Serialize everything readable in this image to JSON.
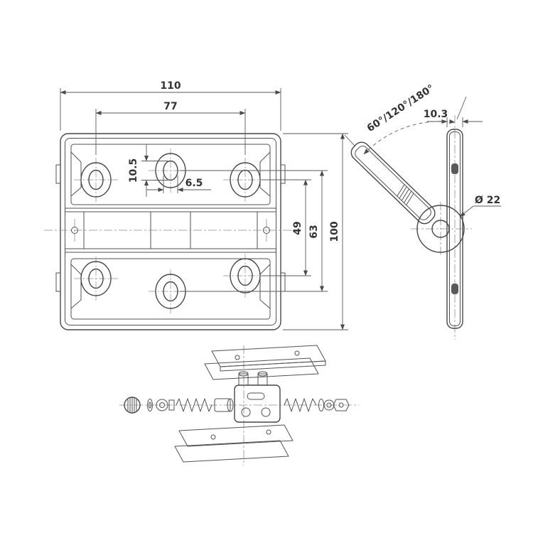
{
  "front_view": {
    "width_outer": "110",
    "hole_spacing_h": "77",
    "slot_length": "10.5",
    "slot_width": "6.5",
    "hole_spacing_side": "49",
    "hole_spacing_center": "63",
    "height_outer": "100"
  },
  "side_view": {
    "opening_angles": "60°/120°/180°",
    "leaf_thickness": "10.3",
    "knuckle_diameter": "Ø 22"
  }
}
